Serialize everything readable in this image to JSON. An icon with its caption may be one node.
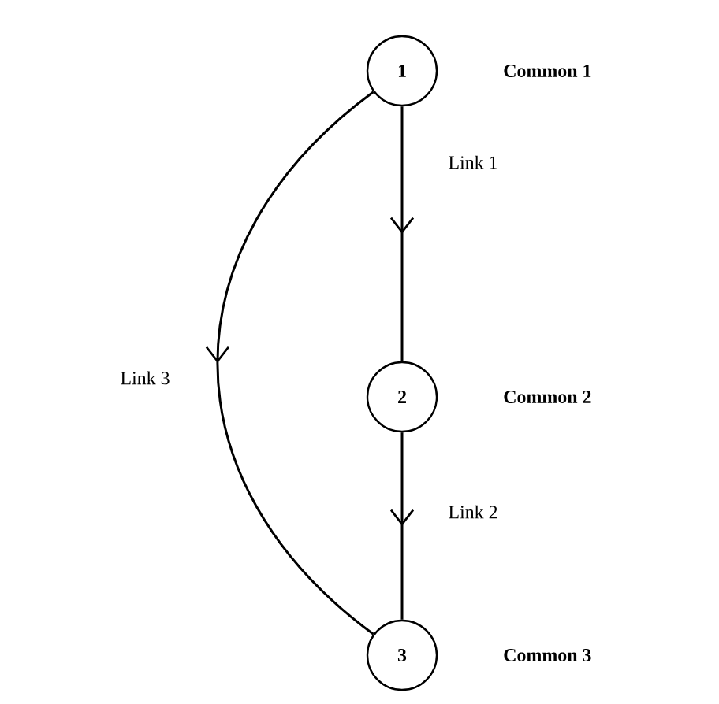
{
  "diagram": {
    "nodes": [
      {
        "text": [
          "1"
        ],
        "beside": [
          "Common 1"
        ]
      },
      {
        "text": [
          "2"
        ],
        "beside": [
          "Common 2"
        ]
      },
      {
        "text": [
          "3"
        ],
        "beside": [
          "Common 3"
        ]
      }
    ],
    "edges": [
      {
        "from": 0,
        "to": 1,
        "arrow": "to",
        "label": "Link 1"
      },
      {
        "from": 1,
        "to": 2,
        "arrow": "to",
        "label": "Link 2"
      },
      {
        "from": 0,
        "to": 2,
        "arrow": "to",
        "label": "Link 3"
      }
    ]
  }
}
